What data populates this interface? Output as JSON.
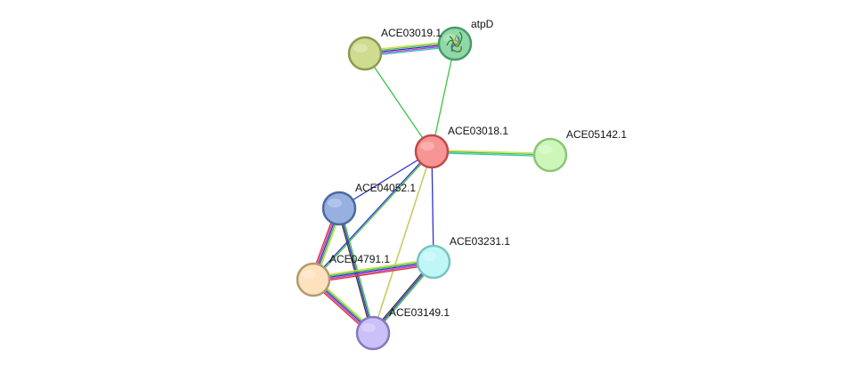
{
  "network": {
    "nodes": [
      {
        "id": "atpD",
        "label": "atpD",
        "fill": "#8fd9a8",
        "stroke": "#4a9a6a",
        "has_structure": true
      },
      {
        "id": "ACE03019.1",
        "label": "ACE03019.1",
        "fill": "#cfdc8f",
        "stroke": "#8c9a50",
        "has_structure": false
      },
      {
        "id": "ACE03018.1",
        "label": "ACE03018.1",
        "fill": "#f79595",
        "stroke": "#c04a4a",
        "has_structure": false
      },
      {
        "id": "ACE05142.1",
        "label": "ACE05142.1",
        "fill": "#ccf7b8",
        "stroke": "#8cc47a",
        "has_structure": false
      },
      {
        "id": "ACE04052.1",
        "label": "ACE04052.1",
        "fill": "#98b0e0",
        "stroke": "#4a6aa0",
        "has_structure": false
      },
      {
        "id": "ACE03231.1",
        "label": "ACE03231.1",
        "fill": "#bff7f7",
        "stroke": "#7ac4c4",
        "has_structure": false
      },
      {
        "id": "ACE04791.1",
        "label": "ACE04791.1",
        "fill": "#fde2bd",
        "stroke": "#b09a70",
        "has_structure": false
      },
      {
        "id": "ACE03149.1",
        "label": "ACE03149.1",
        "fill": "#cbc0f7",
        "stroke": "#8878c0",
        "has_structure": false
      }
    ],
    "edges": [
      {
        "source": "ACE03019.1",
        "target": "atpD",
        "colors": [
          "#d8d84a",
          "#3cc43c",
          "#3030d0",
          "#c040c0",
          "#40c0c0"
        ]
      },
      {
        "source": "ACE03019.1",
        "target": "ACE03018.1",
        "colors": [
          "#3cc43c"
        ]
      },
      {
        "source": "atpD",
        "target": "ACE03018.1",
        "colors": [
          "#3cc43c"
        ]
      },
      {
        "source": "ACE03018.1",
        "target": "ACE05142.1",
        "colors": [
          "#d8d84a",
          "#3cc43c",
          "#40c0c0"
        ]
      },
      {
        "source": "ACE03018.1",
        "target": "ACE04052.1",
        "colors": [
          "#3030d0"
        ]
      },
      {
        "source": "ACE03018.1",
        "target": "ACE04791.1",
        "colors": [
          "#3cc43c",
          "#3030d0"
        ]
      },
      {
        "source": "ACE03018.1",
        "target": "ACE03149.1",
        "colors": [
          "#3030d0"
        ]
      },
      {
        "source": "ACE03018.1",
        "target": "ACE03231.1",
        "colors": [
          "#3030d0"
        ]
      },
      {
        "source": "ACE03018.1",
        "target": "ACE03149.1",
        "colors": [
          "#d8d84a"
        ]
      },
      {
        "source": "ACE04052.1",
        "target": "ACE04791.1",
        "colors": [
          "#d8d84a",
          "#3cc43c",
          "#3030d0",
          "#c040c0",
          "#e03030"
        ]
      },
      {
        "source": "ACE04052.1",
        "target": "ACE03149.1",
        "colors": [
          "#3cc43c",
          "#3030d0",
          "#333333"
        ]
      },
      {
        "source": "ACE04791.1",
        "target": "ACE03231.1",
        "colors": [
          "#d8d84a",
          "#3cc43c",
          "#3030d0",
          "#c040c0",
          "#e03030"
        ]
      },
      {
        "source": "ACE04791.1",
        "target": "ACE03149.1",
        "colors": [
          "#d8d84a",
          "#3cc43c",
          "#3030d0",
          "#c040c0",
          "#e03030"
        ]
      },
      {
        "source": "ACE03231.1",
        "target": "ACE03149.1",
        "colors": [
          "#3cc43c",
          "#3030d0",
          "#333333"
        ]
      }
    ]
  }
}
